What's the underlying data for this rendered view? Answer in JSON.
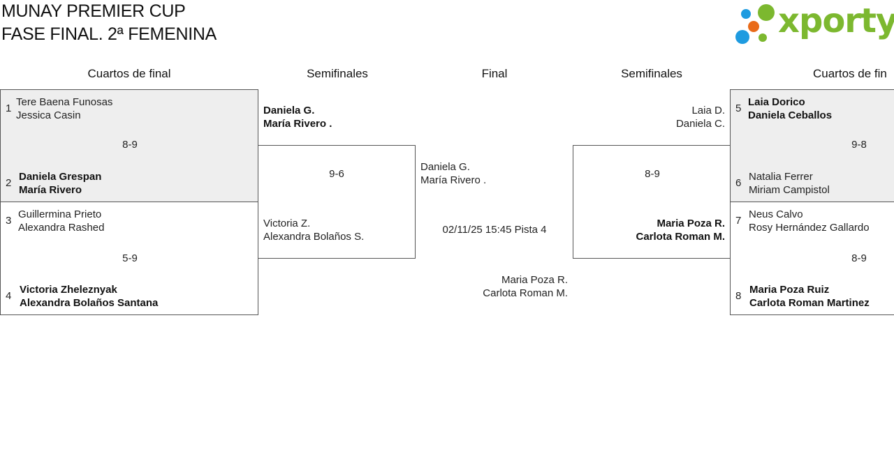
{
  "header": {
    "title_line1": "MUNAY PREMIER CUP",
    "title_line2": "FASE FINAL. 2ª FEMENINA",
    "logo_text": "xporty",
    "logo_colors": {
      "green": "#7cb82f",
      "blue": "#1e9be0",
      "orange": "#e96b19"
    }
  },
  "columns": {
    "left_quarters": "Cuartos de final",
    "left_semis": "Semifinales",
    "final": "Final",
    "right_semis": "Semifinales",
    "right_quarters": "Cuartos de fin"
  },
  "left_quarters": [
    {
      "seed1": "1",
      "team1": [
        "Tere Baena Funosas",
        "Jessica Casin"
      ],
      "score": "8-9",
      "seed2": "2",
      "team2": [
        "Daniela Grespan",
        "María Rivero"
      ],
      "winner": 2
    },
    {
      "seed1": "3",
      "team1": [
        "Guillermina Prieto",
        "Alexandra Rashed"
      ],
      "score": "5-9",
      "seed2": "4",
      "team2": [
        "Victoria Zheleznyak",
        "Alexandra Bolaños Santana"
      ],
      "winner": 2
    }
  ],
  "left_semi": {
    "team1": [
      "Daniela G.",
      "María Rivero ."
    ],
    "score": "9-6",
    "team2": [
      "Victoria Z.",
      "Alexandra Bolaños S."
    ],
    "winner": 1
  },
  "final": {
    "team1": [
      "Daniela G.",
      "María Rivero ."
    ],
    "schedule": "02/11/25 15:45 Pista 4",
    "team2": [
      "Maria Poza R.",
      "Carlota Roman M."
    ]
  },
  "right_semi": {
    "team1": [
      "Laia D.",
      "Daniela C."
    ],
    "score": "8-9",
    "team2": [
      "Maria Poza R.",
      "Carlota Roman M."
    ],
    "winner": 2
  },
  "right_quarters": [
    {
      "seed1": "5",
      "team1": [
        "Laia Dorico",
        "Daniela Ceballos"
      ],
      "score": "9-8",
      "seed2": "6",
      "team2": [
        "Natalia Ferrer",
        "Miriam Campistol"
      ],
      "winner": 1
    },
    {
      "seed1": "7",
      "team1": [
        "Neus Calvo",
        "Rosy Hernández Gallardo"
      ],
      "score": "8-9",
      "seed2": "8",
      "team2": [
        "Maria Poza Ruiz",
        "Carlota Roman Martinez"
      ],
      "winner": 2
    }
  ]
}
